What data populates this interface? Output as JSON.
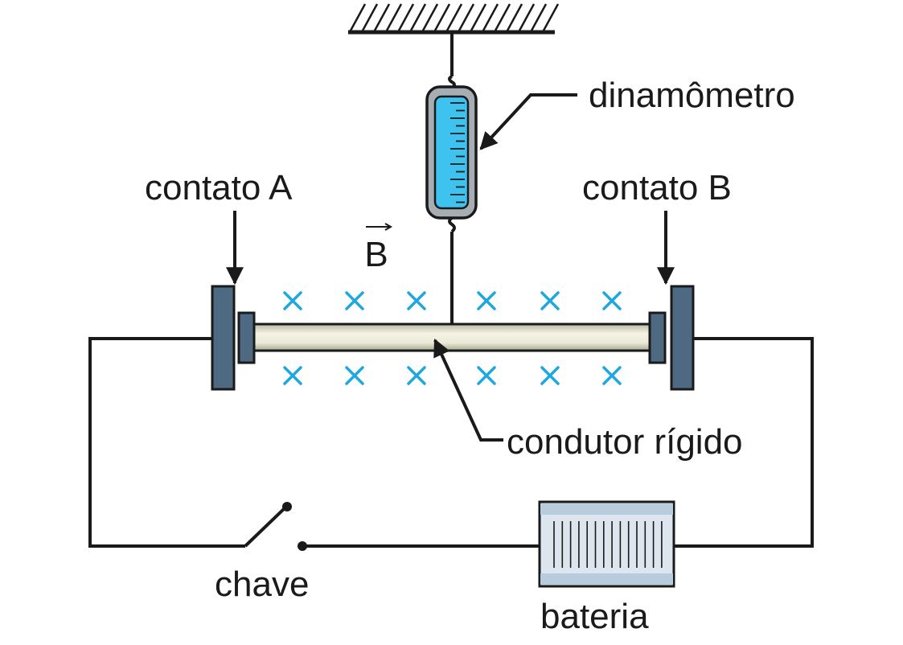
{
  "labels": {
    "dynamometer": "dinamômetro",
    "contact_a": "contato A",
    "contact_b": "contato B",
    "field": "B",
    "conductor": "condutor rígido",
    "switch": "chave",
    "battery": "bateria"
  },
  "field": {
    "symbol": "×",
    "direction": "into-page",
    "rows": 2,
    "per_row": 6
  },
  "colors": {
    "field_cross": "#1fa8e0",
    "dynamometer_fill": "#3ec3f0",
    "contact_plate": "#4d6a82",
    "conductor": "#ecebd8",
    "battery_fill": "#dde6ee",
    "battery_stripe": "#b9ccdd",
    "wire": "#1a1a1a"
  },
  "icons": {
    "dynamometer": "spring-scale-icon",
    "switch": "knife-switch-icon",
    "battery": "battery-icon",
    "ceiling": "hatched-support-icon"
  }
}
